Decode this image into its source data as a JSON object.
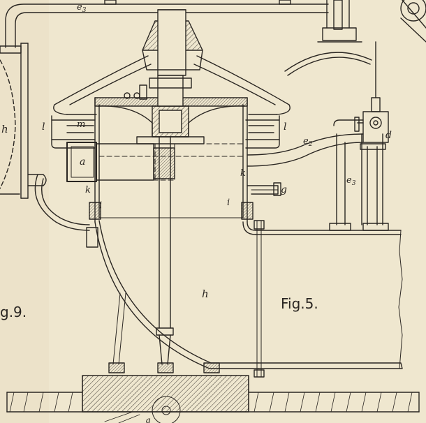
{
  "figure_labels": {
    "main": "Fig.5.",
    "partial_left": "g.9."
  },
  "part_labels": {
    "e_top": "e",
    "e_top_sub": "3",
    "h_left": "h",
    "l_left": "l",
    "m": "m",
    "l_right": "l",
    "a": "a",
    "k_left": "k",
    "i_left": "i",
    "k_right": "k",
    "i_right": "i",
    "g": "g",
    "e2": "e",
    "e2_sub": "2",
    "e3": "e",
    "e3_sub": "3",
    "d": "d",
    "h_main": "h",
    "q": "q"
  },
  "colors": {
    "paper": "#efe7cf",
    "paper_shade": "#e6dcbf",
    "ink": "#2a2622",
    "ground": "#cfc6ad"
  }
}
